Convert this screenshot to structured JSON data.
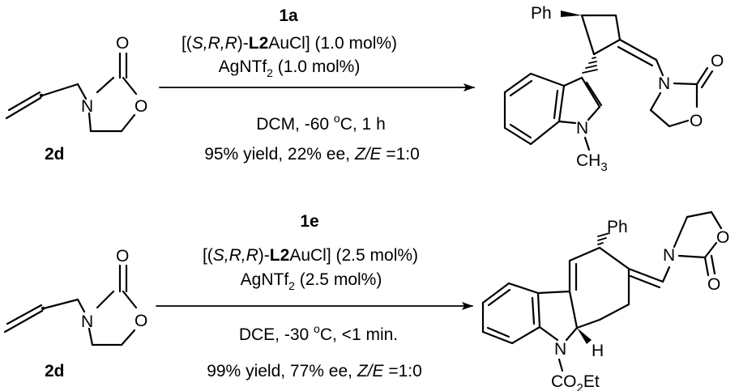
{
  "scheme": {
    "reactions": [
      {
        "substrate_label": "2d",
        "catalyst_substrate": "1a",
        "catalyst_prefix": "[(",
        "catalyst_stereo": "S,R,R",
        "catalyst_mid": ")-",
        "catalyst_ligand": "L2",
        "catalyst_suffix": "AuCl] (1.0 mol%)",
        "additive_prefix": "AgNTf",
        "additive_sub": "2",
        "additive_suffix": " (1.0 mol%)",
        "conditions_prefix": "DCM, -60 ",
        "conditions_sup": "o",
        "conditions_suffix": "C, 1 h",
        "result_prefix": "95% yield, 22% ee, ",
        "result_ratio_label": "Z/E",
        "result_ratio_value": " =1:0"
      },
      {
        "substrate_label": "2d",
        "catalyst_substrate": "1e",
        "catalyst_prefix": "[(",
        "catalyst_stereo": "S,R,R",
        "catalyst_mid": ")-",
        "catalyst_ligand": "L2",
        "catalyst_suffix": "AuCl] (2.5 mol%)",
        "additive_prefix": "AgNTf",
        "additive_sub": "2",
        "additive_suffix": " (2.5 mol%)",
        "conditions_prefix": "DCE, -30 ",
        "conditions_sup": "o",
        "conditions_suffix": "C, <1 min.",
        "result_prefix": "99% yield, 77% ee, ",
        "result_ratio_label": "Z/E",
        "result_ratio_value": " =1:0"
      }
    ],
    "atoms": {
      "O": "O",
      "N": "N",
      "Ph": "Ph",
      "H": "H",
      "CH": "CH",
      "three": "3",
      "CO": "CO",
      "two": "2",
      "Et": "Et"
    }
  }
}
